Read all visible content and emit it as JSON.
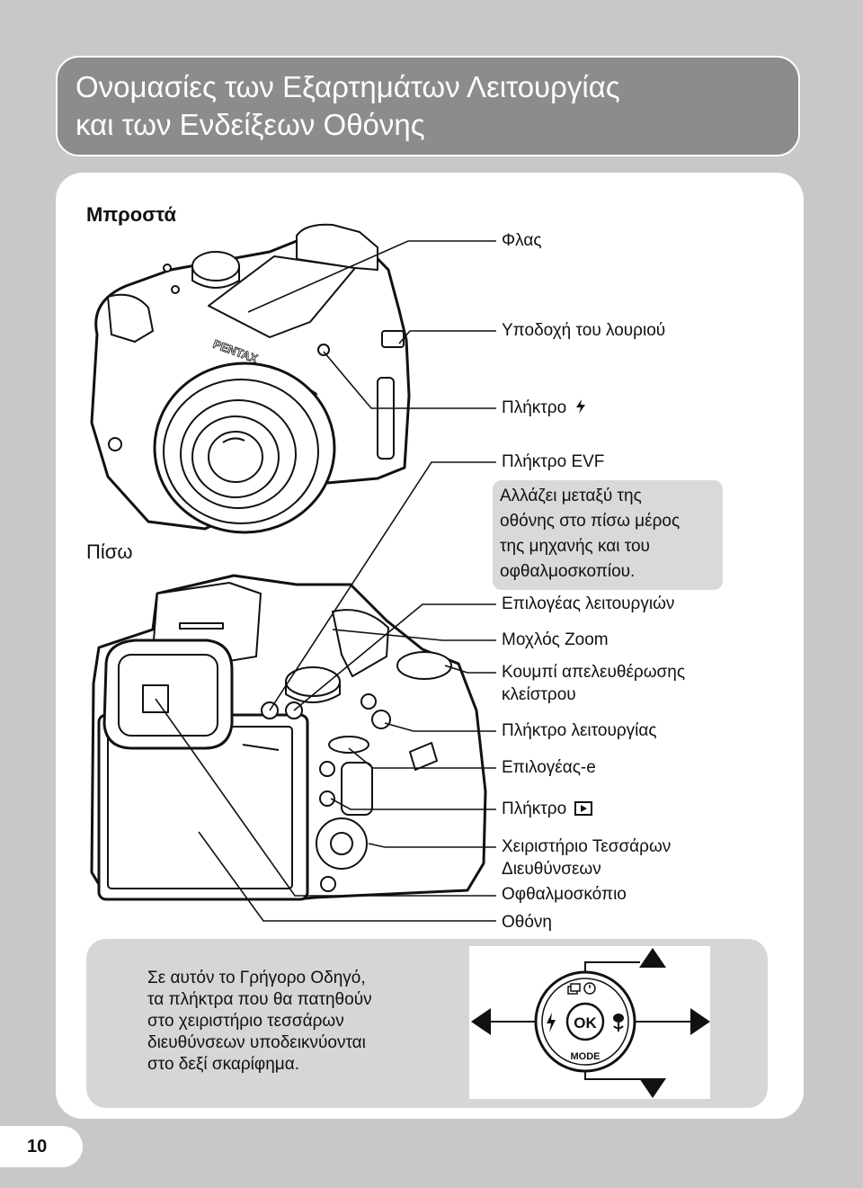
{
  "header": {
    "title_line1": "Ονομασίες των Εξαρτημάτων Λειτουργίας",
    "title_line2": "και των Ενδείξεων Οθόνης"
  },
  "sections": {
    "front": "Μπροστά",
    "back": "Πίσω"
  },
  "front_callouts": {
    "flash": "Φλας",
    "strap": "Υποδοχή του λουριού",
    "flash_button": "Πλήκτρο"
  },
  "back_callouts": {
    "evf_button": "Πλήκτρο EVF",
    "evf_note": [
      "Αλλάζει μεταξύ της",
      "οθόνης στο πίσω μέρος",
      "της μηχανής και του",
      "οφθαλμοσκοπίου."
    ],
    "mode_dial": "Επιλογέας λειτουργιών",
    "zoom_lever": "Μοχλός Zoom",
    "shutter_line1": "Κουμπί απελευθέρωσης",
    "shutter_line2": "κλείστρου",
    "func_button": "Πλήκτρο λειτουργίας",
    "e_dial": "Επιλογέας-e",
    "play_button": "Πλήκτρο",
    "four_way_line1": "Χειριστήριο Τεσσάρων",
    "four_way_line2": "Διευθύνσεων",
    "viewfinder": "Οφθαλμοσκόπιο",
    "monitor": "Οθόνη"
  },
  "info": {
    "lines": [
      "Σε αυτόν το Γρήγορο Οδηγό,",
      "τα πλήκτρα που θα πατηθούν",
      "στο χειριστήριο τεσσάρων",
      "διευθύνσεων υποδεικνύονται",
      "στο δεξί σκαρίφημα."
    ]
  },
  "pad": {
    "ok": "OK",
    "mode": "MODE"
  },
  "brand": "PENTAX",
  "page": {
    "number": "10"
  },
  "icons": [
    "flash-icon",
    "play-icon",
    "arrow-up-icon",
    "arrow-down-icon",
    "arrow-left-icon",
    "arrow-right-icon",
    "macro-icon",
    "drive-timer-icon"
  ]
}
